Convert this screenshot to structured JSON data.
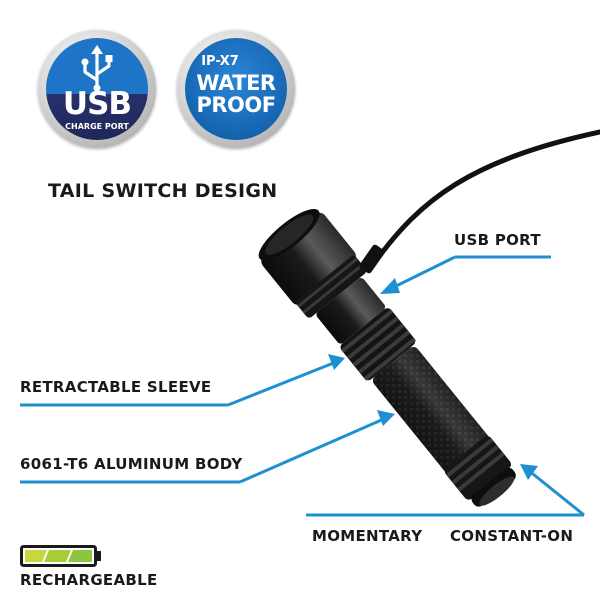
{
  "badges": {
    "usb": {
      "title": "USB",
      "subtitle": "CHARGE PORT",
      "icon": "usb-icon"
    },
    "water": {
      "line1": "IP-X7",
      "line2": "WATER",
      "line3": "PROOF"
    }
  },
  "heading": "TAIL SWITCH DESIGN",
  "callouts": {
    "usb_port": "USB PORT",
    "sleeve": "RETRACTABLE SLEEVE",
    "body": "6061-T6 ALUMINUM BODY",
    "momentary": "MOMENTARY",
    "constant_on": "CONSTANT-ON"
  },
  "battery": {
    "label": "RECHARGEABLE",
    "charge_fraction": 1.0
  },
  "colors": {
    "accent": "#1e8fd0",
    "badge_blue": "#1565b0",
    "navy": "#1c2a63",
    "battery_green": "#8cc63f"
  }
}
